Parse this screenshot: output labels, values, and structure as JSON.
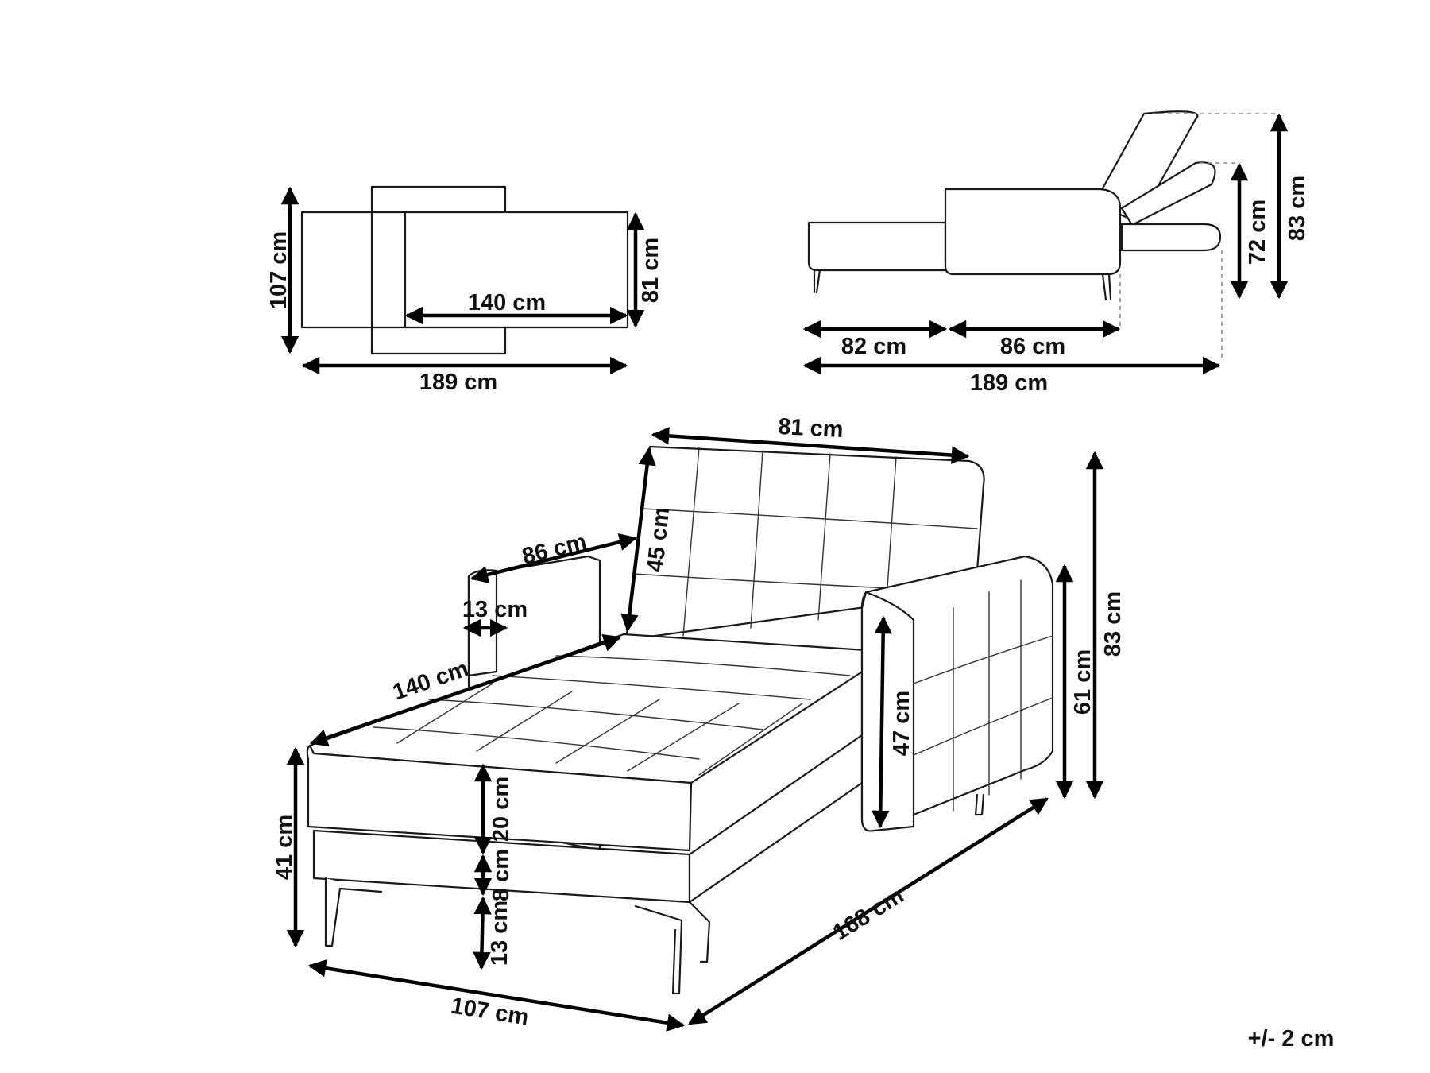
{
  "labels": {
    "top_depth": "107 cm",
    "top_inner_length": "140 cm",
    "top_right_depth": "81 cm",
    "top_length": "189 cm",
    "side_seat_length": "82 cm",
    "side_back_length": "86 cm",
    "side_total_length": "189 cm",
    "side_mid_height": "72 cm",
    "side_full_height": "83 cm",
    "persp_back_width": "81 cm",
    "persp_arm_length": "86 cm",
    "persp_back_height": "45 cm",
    "persp_arm_width": "13 cm",
    "persp_seat_length": "140 cm",
    "persp_arm_height": "47 cm",
    "persp_arm_total": "61 cm",
    "persp_total_height": "83 cm",
    "persp_seat_height": "41 cm",
    "persp_cushion": "20 cm",
    "persp_base": "8 cm",
    "persp_legs": "13 cm",
    "persp_front_width": "107 cm",
    "persp_depth": "168 cm",
    "tolerance": "+/- 2 cm"
  }
}
